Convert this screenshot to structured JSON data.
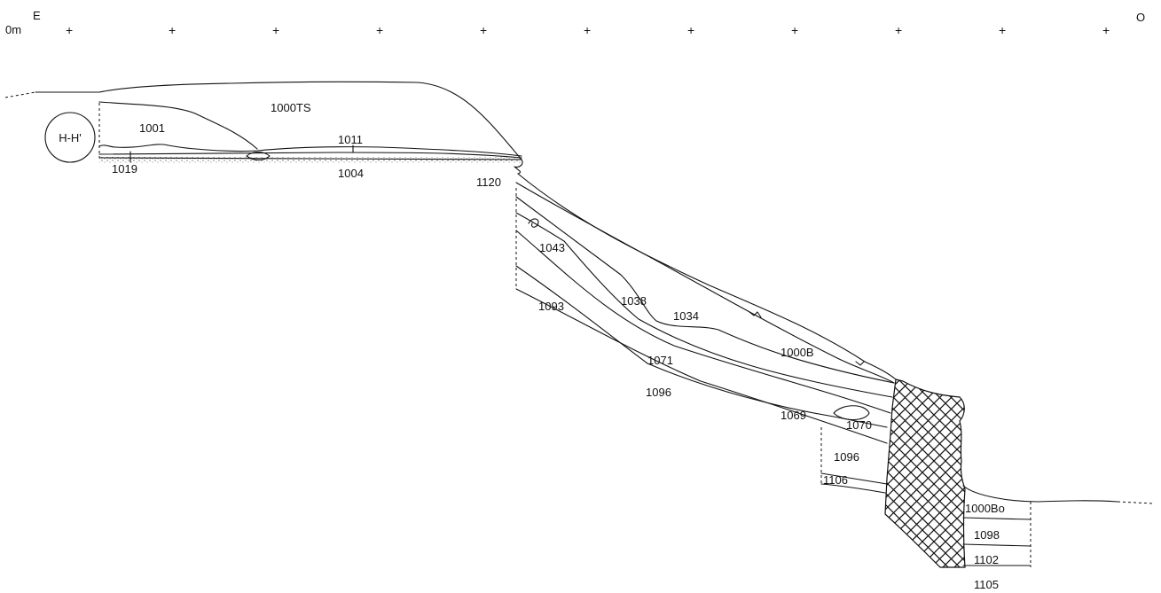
{
  "header": {
    "origin_label": "0m",
    "direction_start": "E",
    "direction_end": "O",
    "grid_marker": "+"
  },
  "section_id": "H-H'",
  "layers": {
    "l1000TS": "1000TS",
    "l1001": "1001",
    "l1011": "1011",
    "l1019": "1019",
    "l1004": "1004",
    "l1120": "1120",
    "l1043": "1043",
    "l1038": "1038",
    "l1034": "1034",
    "l1093": "1093",
    "l1000B": "1000B",
    "l1071": "1071",
    "l1096a": "1096",
    "l1069": "1069",
    "l1070": "1070",
    "l1096b": "1096",
    "l1106": "1106",
    "l1000Bo": "1000Bo",
    "l1098": "1098",
    "l1102": "1102",
    "l1105": "1105"
  },
  "colors": {
    "ink": "#111111",
    "paper": "#ffffff"
  }
}
